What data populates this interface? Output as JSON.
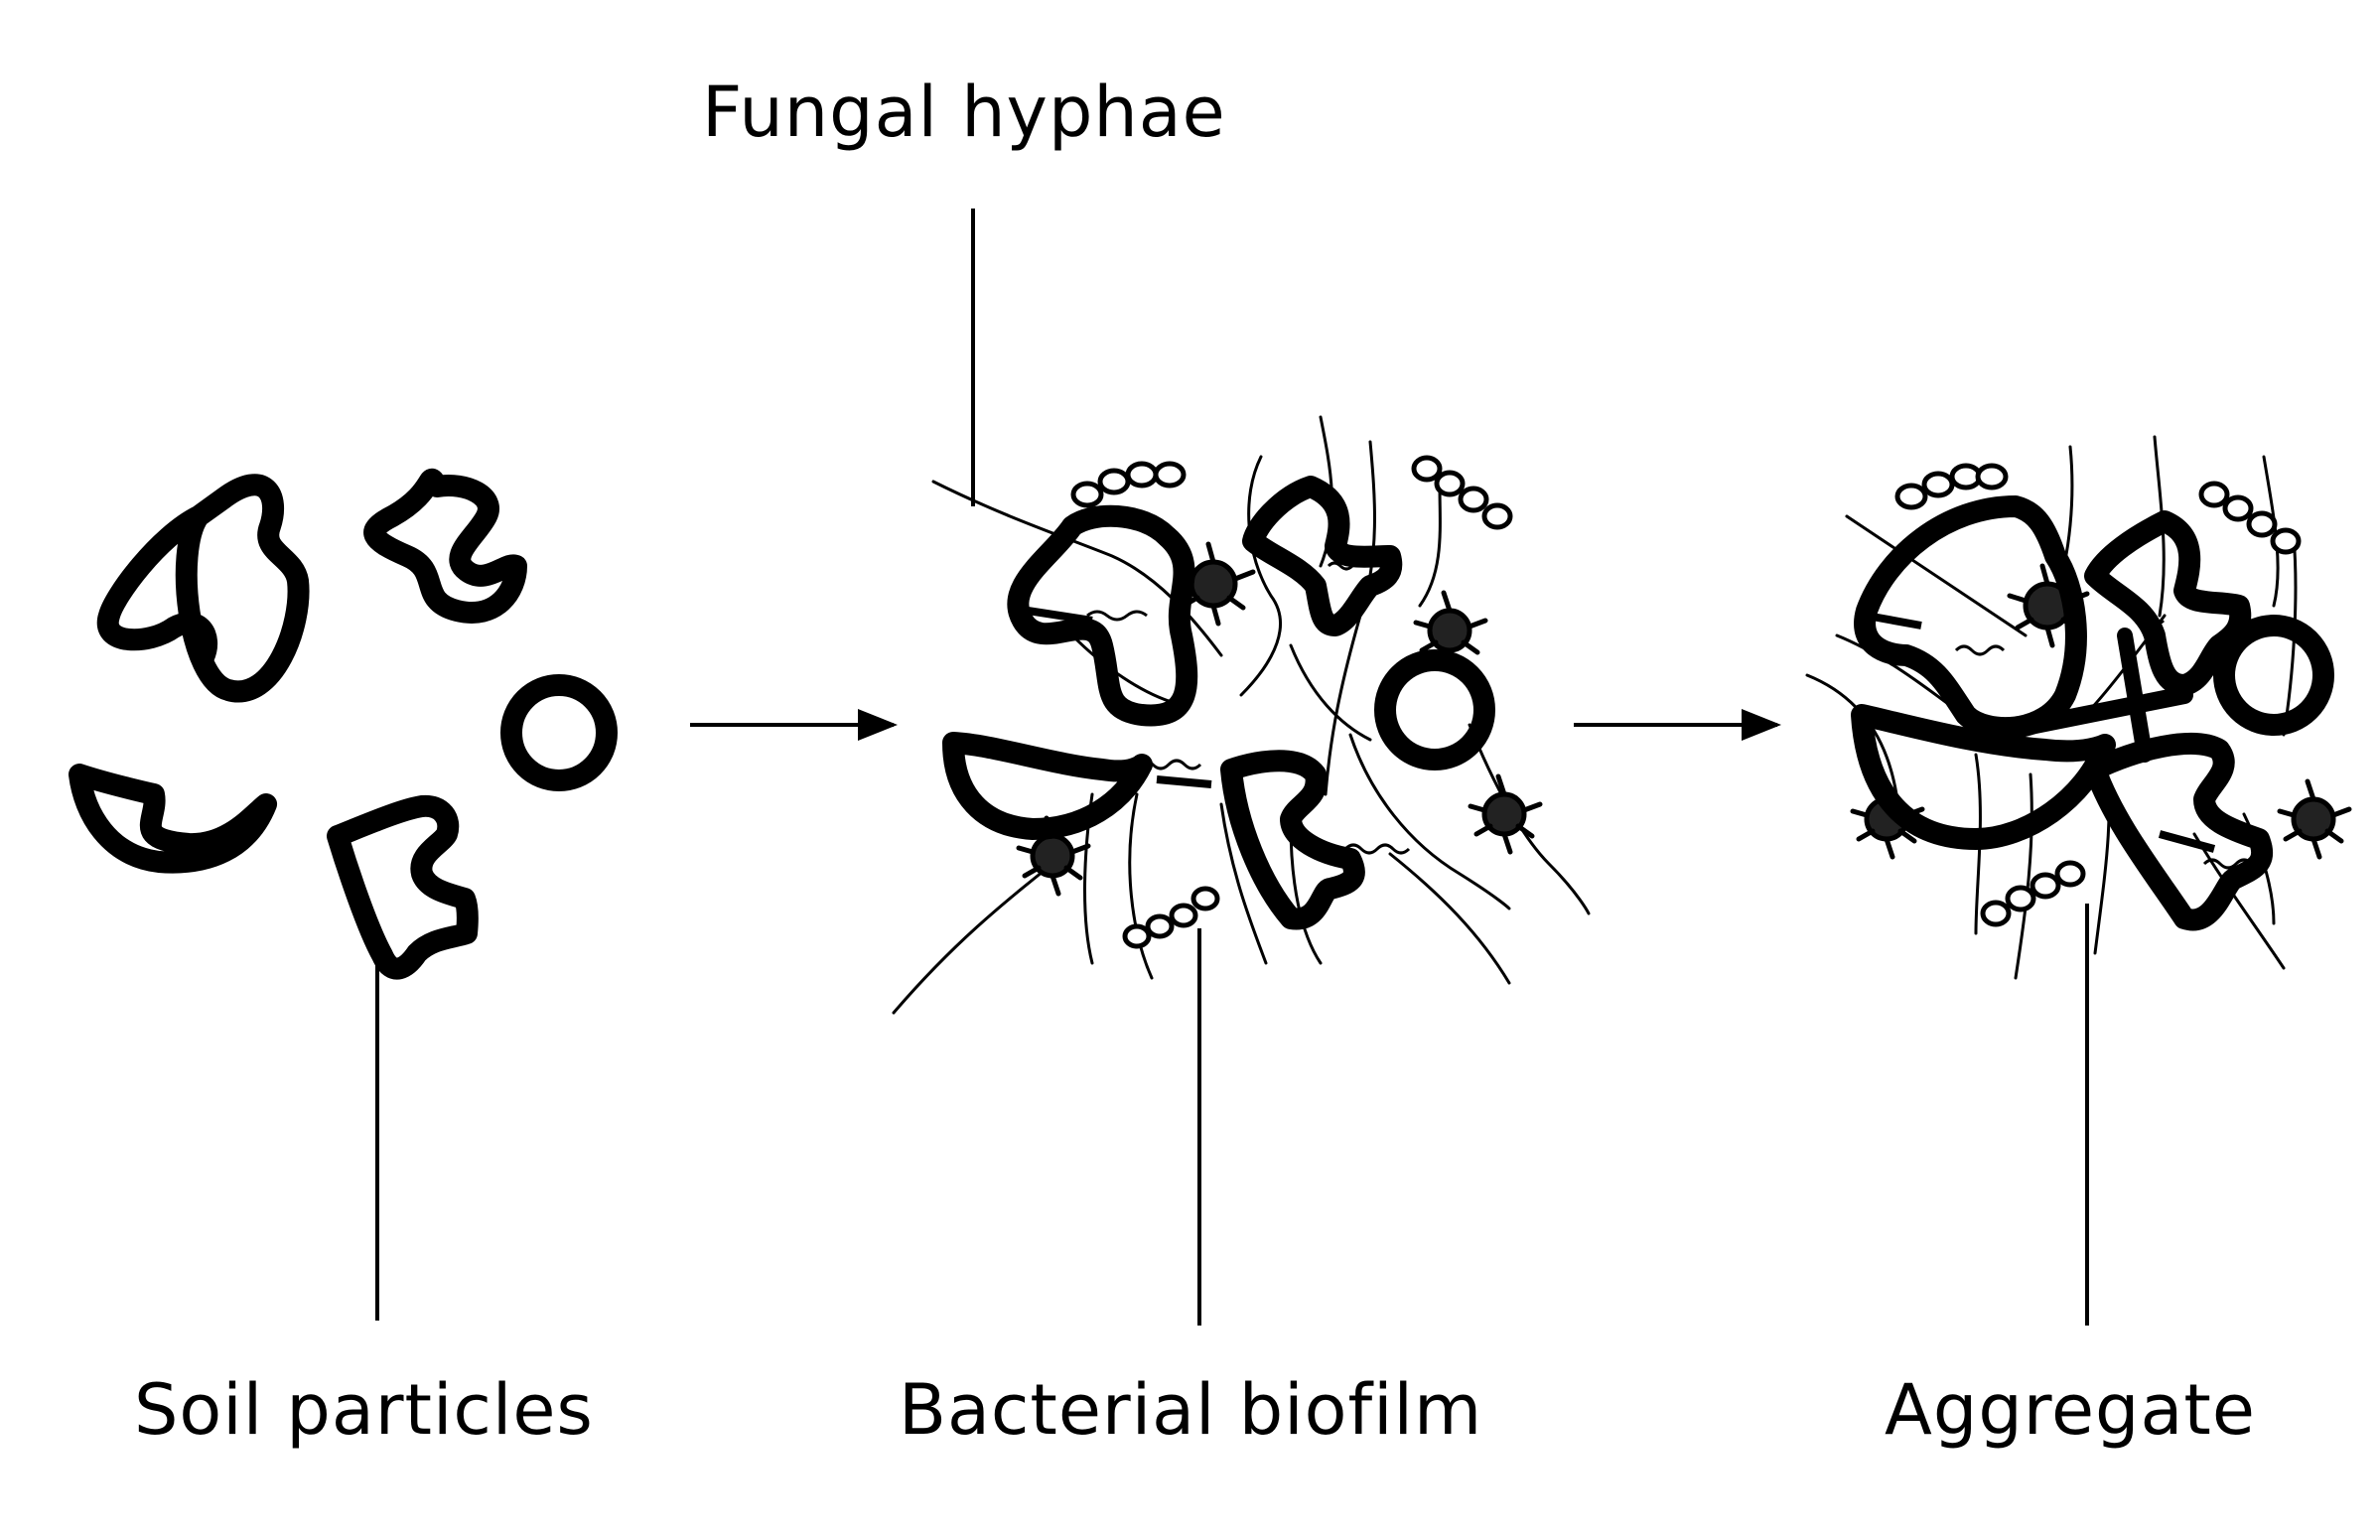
{
  "labels": {
    "fungal_hyphae": "Fungal hyphae",
    "soil_particles": "Soil particles",
    "bacterial_biofilm": "Bacterial biofilm",
    "aggregate": "Aggregate"
  },
  "colors": {
    "ink": "#000000",
    "background": "#ffffff"
  },
  "stages": [
    "Soil particles",
    "Bacterial biofilm",
    "Aggregate"
  ]
}
